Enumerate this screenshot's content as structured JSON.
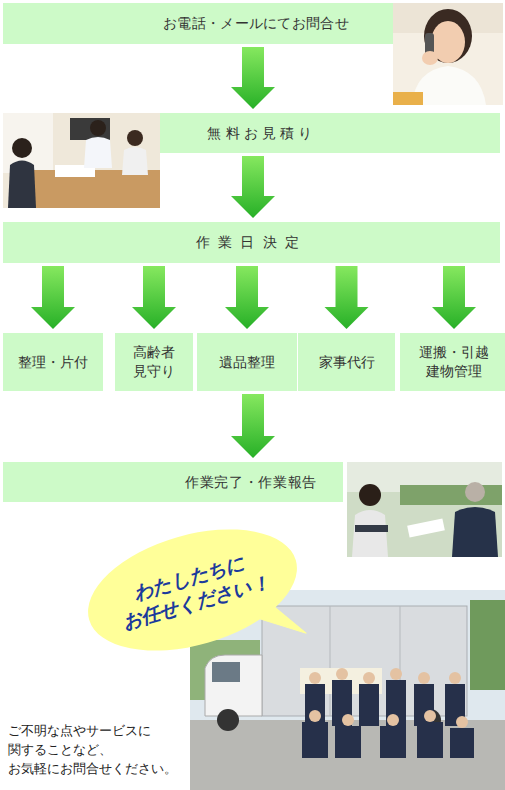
{
  "diagram": {
    "nodes": [
      {
        "text": [
          "お電話・メールにてお問合せ"
        ]
      },
      {
        "text": [
          "無料お見積り"
        ]
      },
      {
        "text": [
          "作業日決定"
        ]
      },
      {
        "text": [
          "整理・片付"
        ]
      },
      {
        "text": [
          "高齢者 見守り"
        ]
      },
      {
        "text": [
          "遺品整理"
        ]
      },
      {
        "text": [
          "家事代行"
        ]
      },
      {
        "text": [
          "運搬・引越 建物管理"
        ]
      },
      {
        "text": [
          "作業完了・作業報告"
        ]
      },
      {
        "text": [
          "わたしたちに お任せください！"
        ]
      }
    ],
    "edges": [
      {
        "from": 0,
        "to": 1,
        "arrow": "to"
      },
      {
        "from": 1,
        "to": 2,
        "arrow": "to"
      },
      {
        "from": 2,
        "to": 3,
        "arrow": "to"
      },
      {
        "from": 2,
        "to": 4,
        "arrow": "to"
      },
      {
        "from": 2,
        "to": 5,
        "arrow": "to"
      },
      {
        "from": 2,
        "to": 6,
        "arrow": "to"
      },
      {
        "from": 2,
        "to": 7,
        "arrow": "to"
      },
      {
        "from": 5,
        "to": 8,
        "arrow": "to"
      }
    ],
    "labels": [
      "ご不明な点やサービスに 関することなど、 お気軽にお問合せください。"
    ]
  }
}
